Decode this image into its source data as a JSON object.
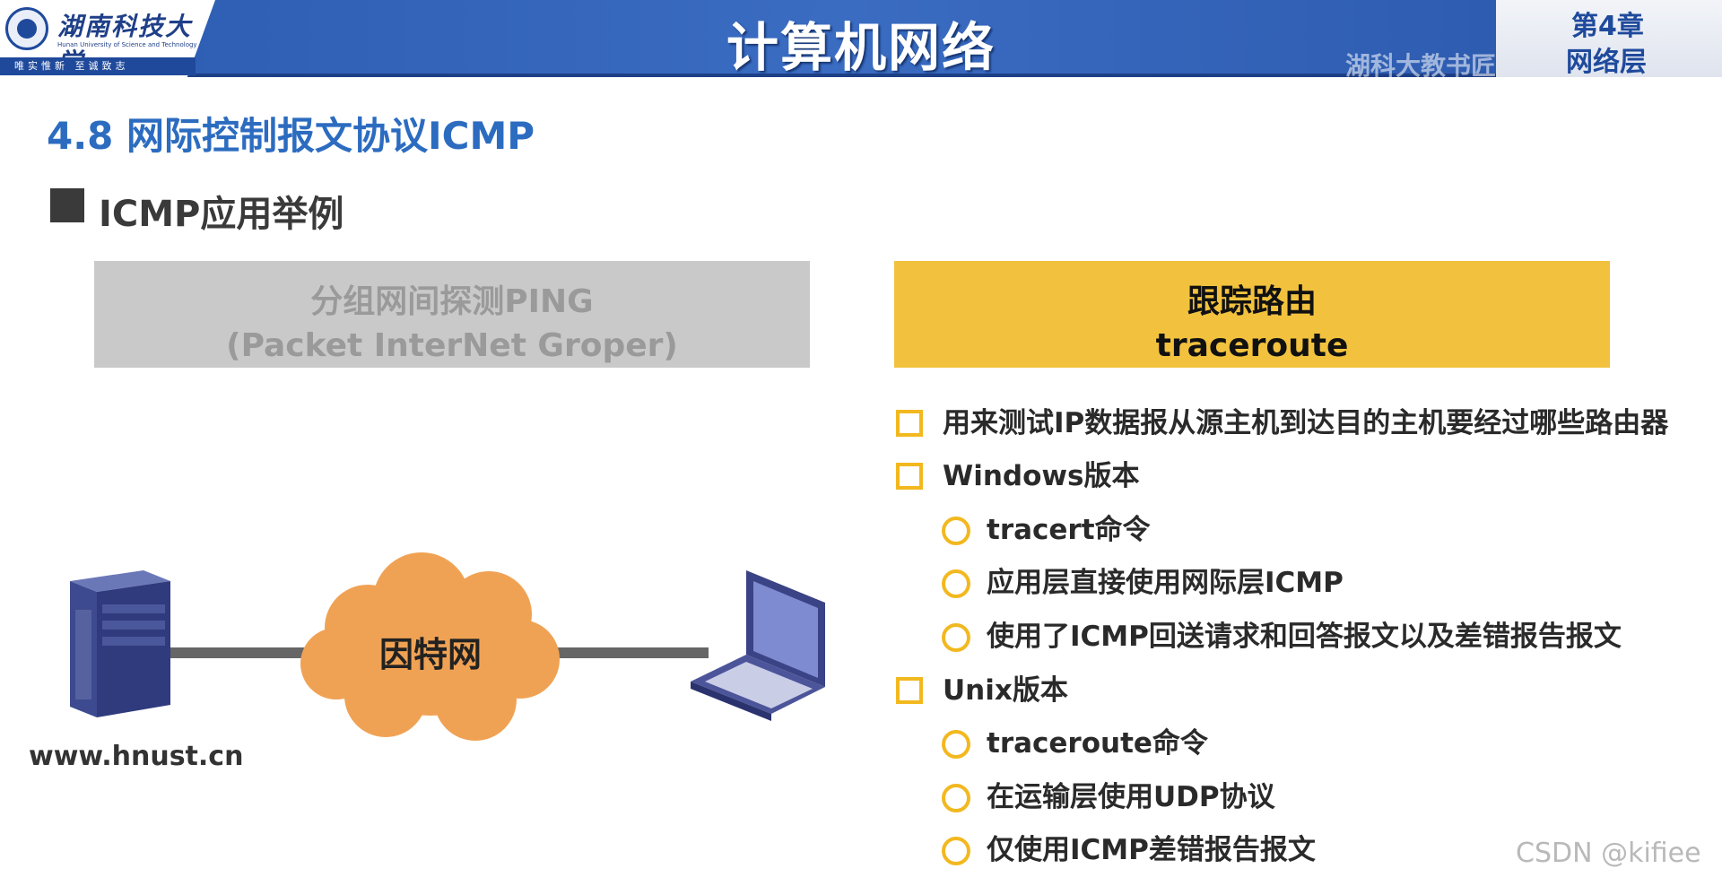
{
  "header": {
    "logo_cn": "湖南科技大学",
    "logo_en": "Hunan University of Science and Technology",
    "logo_motto": "唯实惟新 至诚致志",
    "course_title": "计算机网络",
    "watermark": "湖科大教书匠",
    "chapter_line1": "第4章",
    "chapter_line2": "网络层"
  },
  "section": {
    "title": "4.8 网际控制报文协议ICMP",
    "subtitle": "ICMP应用举例"
  },
  "ping_box": {
    "line1": "分组网间探测PING",
    "line2": "(Packet InterNet Groper)"
  },
  "diagram": {
    "cloud_label": "因特网",
    "server_url": "www.hnust.cn"
  },
  "traceroute_box": {
    "line1": "跟踪路由",
    "line2": "traceroute"
  },
  "traceroute_list": [
    "用来测试IP数据报从源主机到达目的主机要经过哪些路由器",
    "Windows版本",
    "tracert命令",
    "应用层直接使用网际层ICMP",
    "使用了ICMP回送请求和回答报文以及差错报告报文",
    "Unix版本",
    "traceroute命令",
    "在运输层使用UDP协议",
    "仅使用ICMP差错报告报文"
  ],
  "colors": {
    "header_blue": "#2f5fb4",
    "title_blue": "#2c6cc0",
    "accent_yellow": "#f2c23e",
    "cloud_orange": "#f0a254",
    "ping_gray": "#c9c9c9"
  },
  "footer_watermark": "CSDN @kifiee"
}
